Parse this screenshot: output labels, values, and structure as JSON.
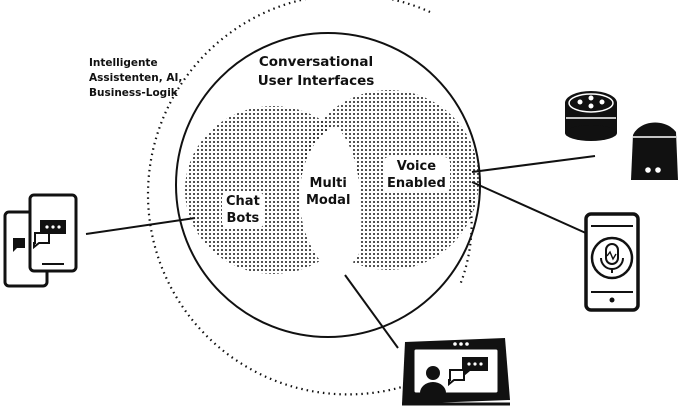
{
  "labels": {
    "outer_ring": "Intelligente\nAssistenten, AI,\nBusiness-Logik",
    "title": "Conversational\nUser Interfaces",
    "chat": "Chat\nBots",
    "multi": "Multi\nModal",
    "voice": "Voice\nEnabled"
  },
  "icons": {
    "left_devices": "chat-phone-icons",
    "smart_speaker_puck": "smart-speaker-icon",
    "smart_speaker_tall": "smart-speaker-icon",
    "voice_phone": "phone-microphone-icon",
    "smart_display": "smart-display-icon"
  },
  "colors": {
    "ink": "#111111",
    "dots": "#222222",
    "background": "#ffffff"
  }
}
